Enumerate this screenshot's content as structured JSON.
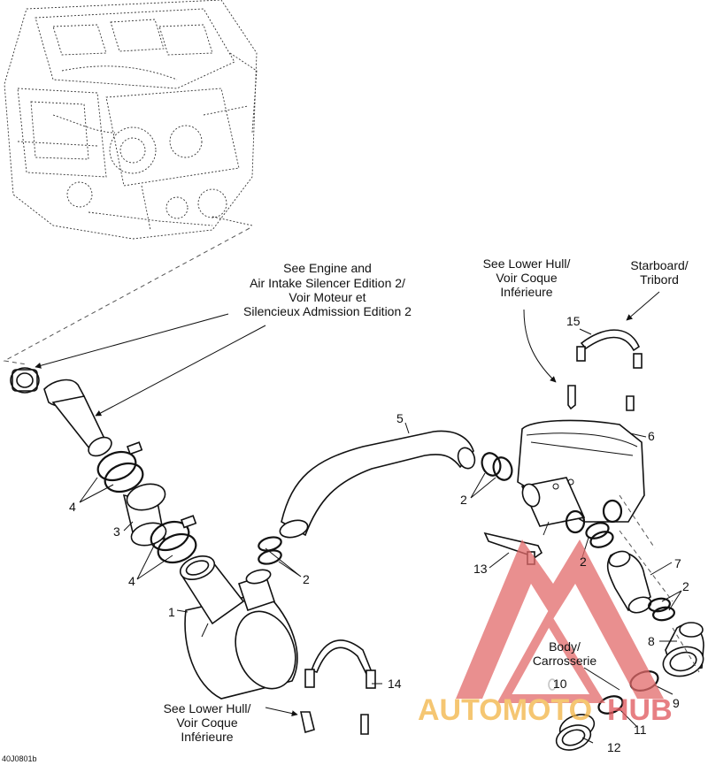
{
  "callouts": {
    "engine_ref": [
      "See Engine and",
      "Air Intake Silencer Edition 2/",
      "Voir Moteur et",
      "Silencieux Admission Edition 2"
    ],
    "lower_hull_top": [
      "See Lower Hull/",
      "Voir Coque",
      "Inférieure"
    ],
    "lower_hull_bottom": [
      "See Lower Hull/",
      "Voir Coque",
      "Inférieure"
    ],
    "starboard": [
      "Starboard/",
      "Tribord"
    ],
    "body": [
      "Body/",
      "Carrosserie"
    ]
  },
  "part_numbers": {
    "p1": "1",
    "p2a": "2",
    "p2b": "2",
    "p2c": "2",
    "p2d": "2",
    "p3": "3",
    "p4a": "4",
    "p4b": "4",
    "p5": "5",
    "p6": "6",
    "p7": "7",
    "p8": "8",
    "p9": "9",
    "p10": "10",
    "p11": "11",
    "p12": "12",
    "p13": "13",
    "p14": "14",
    "p15": "15"
  },
  "figure_ref": "40J0801b",
  "watermark": {
    "text_a": "AUTOMOTO",
    "text_b": "HUB",
    "color_a": "#f2b443",
    "color_b": "#e0555a"
  }
}
